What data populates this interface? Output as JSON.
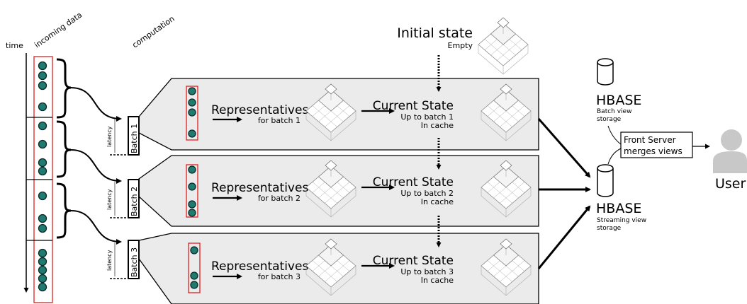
{
  "axis": {
    "time": "time",
    "incoming": "incoming data",
    "computation": "computation",
    "latency": "latency"
  },
  "initial_state": {
    "title": "Initial state",
    "subtitle": "Empty"
  },
  "batches": [
    {
      "label": "Batch 1",
      "rep_title": "Representatives",
      "rep_sub": "for batch 1",
      "state_title": "Current State",
      "state_line1": "Up to batch 1",
      "state_line2": "In cache"
    },
    {
      "label": "Batch 2",
      "rep_title": "Representatives",
      "rep_sub": "for batch 2",
      "state_title": "Current State",
      "state_line1": "Up to batch 2",
      "state_line2": "In cache"
    },
    {
      "label": "Batch 3",
      "rep_title": "Representatives",
      "rep_sub": "for batch 3",
      "state_title": "Current State",
      "state_line1": "Up to batch 3",
      "state_line2": "In cache"
    }
  ],
  "hbase_batch": {
    "title": "HBASE",
    "line1": "Batch view",
    "line2": "storage"
  },
  "front_server": {
    "line1": "Front Server",
    "line2": "merges views"
  },
  "hbase_stream": {
    "title": "HBASE",
    "line1": "Streaming view",
    "line2": "storage"
  },
  "user": {
    "label": "User"
  },
  "colors": {
    "point_fill": "#1f7a70",
    "point_stroke": "#0a2a28",
    "box_red": "#e02020",
    "panel_fill": "#ebebeb",
    "user_gray": "#c8c8c8"
  }
}
